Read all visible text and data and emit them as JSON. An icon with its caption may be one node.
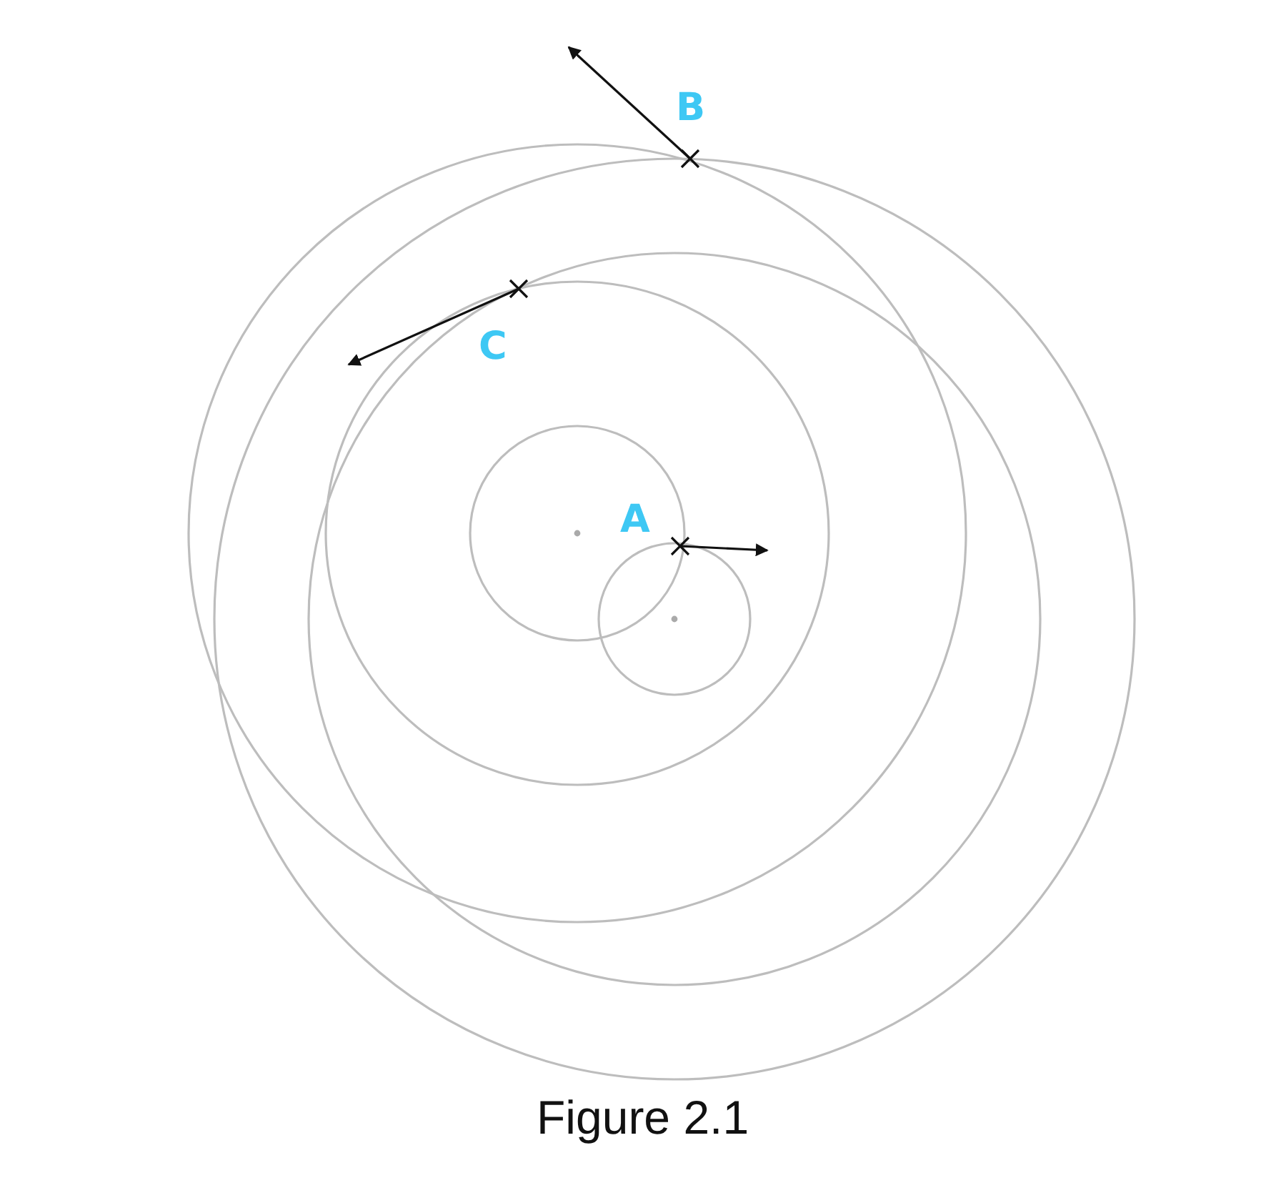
{
  "diagram": {
    "caption": "Figure 2.1",
    "labels": [
      "B",
      "C",
      "A"
    ]
  }
}
